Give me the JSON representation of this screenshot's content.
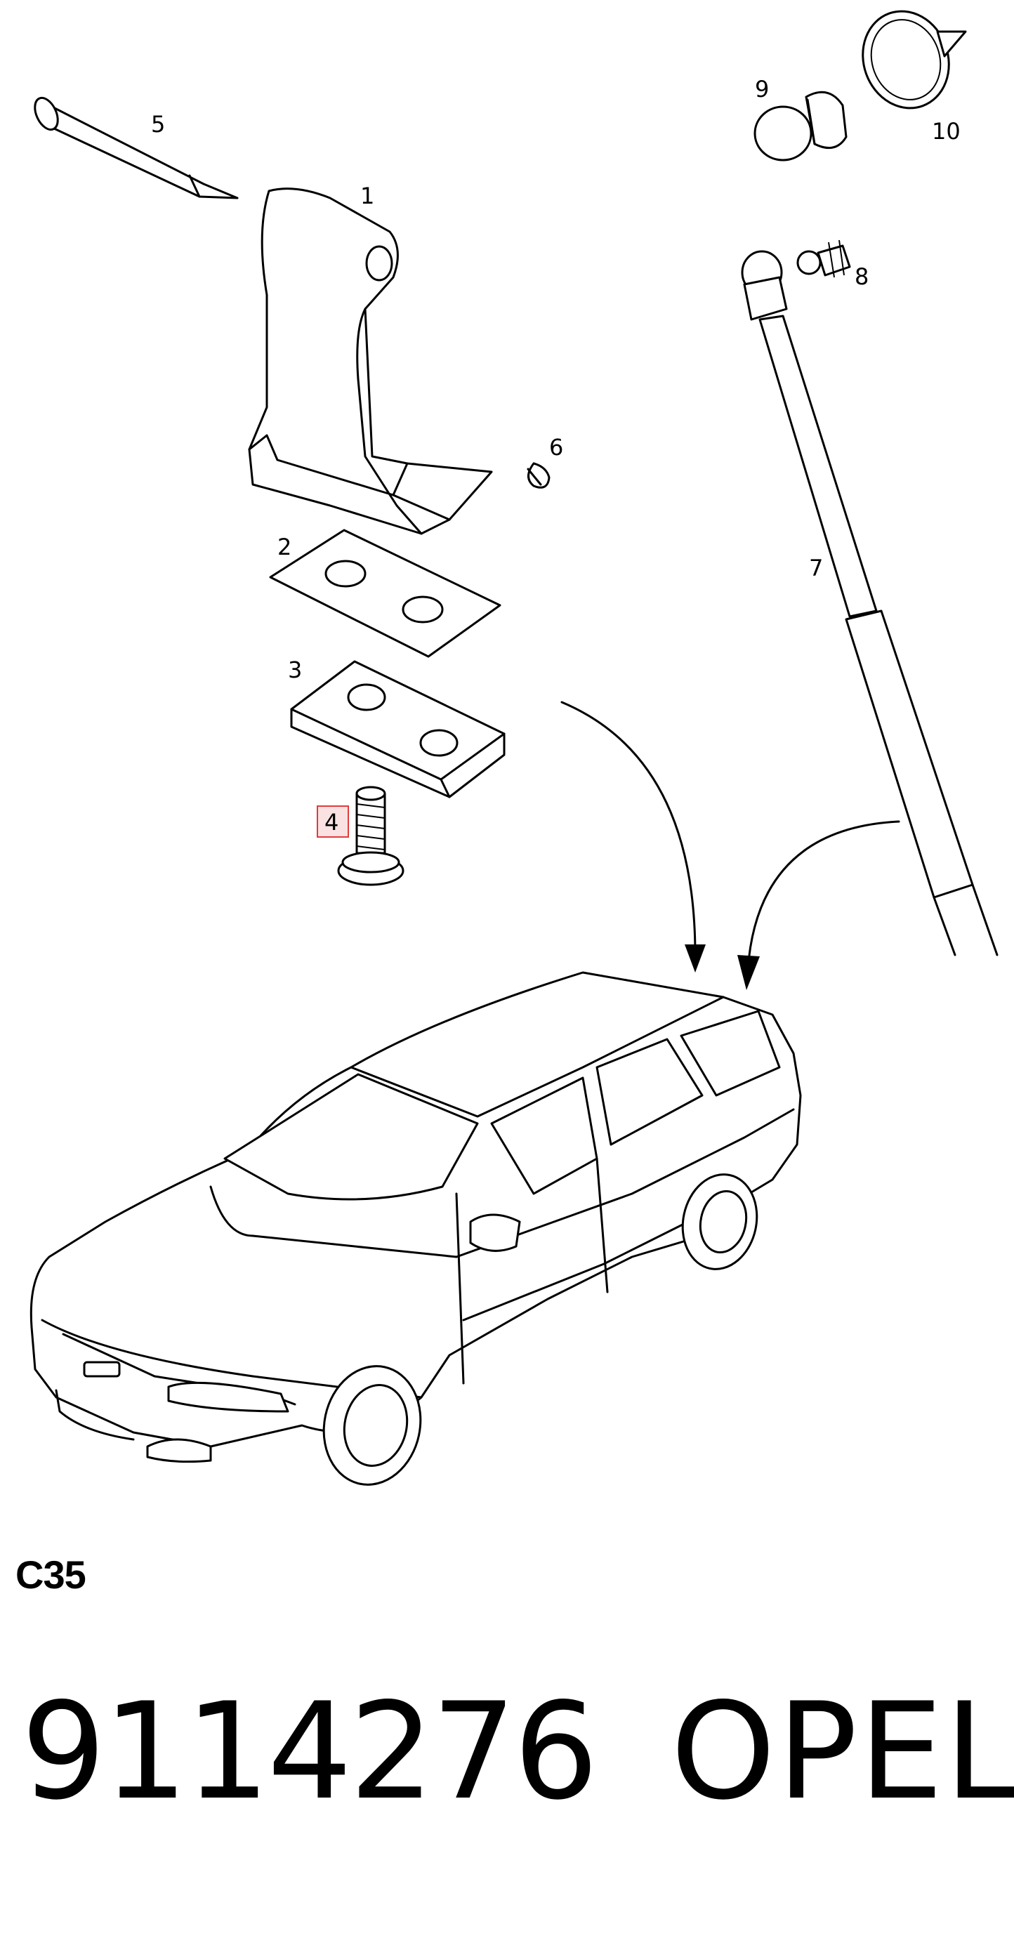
{
  "diagram": {
    "callouts": [
      {
        "id": "1",
        "label": "1",
        "part": "hinge-bracket"
      },
      {
        "id": "2",
        "label": "2",
        "part": "gasket"
      },
      {
        "id": "3",
        "label": "3",
        "part": "plate"
      },
      {
        "id": "4",
        "label": "4",
        "part": "bolt",
        "highlighted": true
      },
      {
        "id": "5",
        "label": "5",
        "part": "pin"
      },
      {
        "id": "6",
        "label": "6",
        "part": "clip"
      },
      {
        "id": "7",
        "label": "7",
        "part": "gas-strut"
      },
      {
        "id": "8",
        "label": "8",
        "part": "ball-stud"
      },
      {
        "id": "9",
        "label": "9",
        "part": "rubber-buffer"
      },
      {
        "id": "10",
        "label": "10",
        "part": "cap"
      }
    ],
    "highlight_color": "#e03c3c"
  },
  "footer": {
    "section_code": "C35",
    "part_number": "9114276",
    "brand": "OPEL"
  }
}
